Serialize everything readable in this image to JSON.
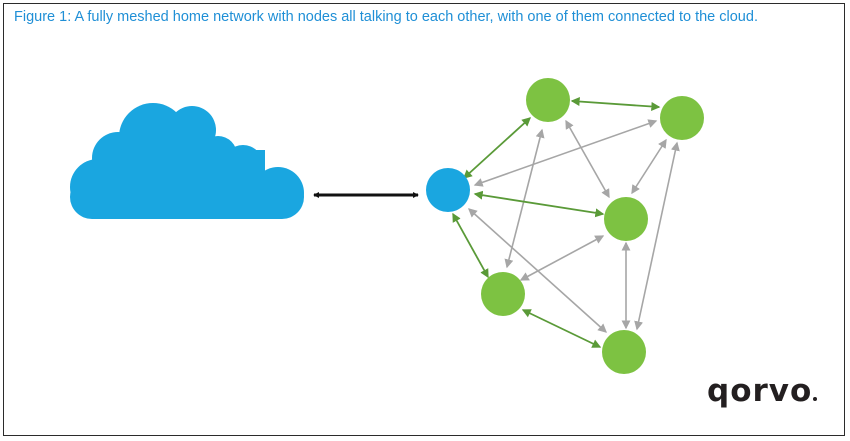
{
  "figure": {
    "caption": "Figure 1: A fully meshed home network with nodes all talking to each other, with one of them connected to the cloud."
  },
  "brand": {
    "logo_text": "qorvo"
  },
  "colors": {
    "caption_text": "#1f8fd6",
    "cloud": "#1aa6e0",
    "hub_node": "#1aa6e0",
    "mesh_node": "#7dc242",
    "primary_link": "#5a9a38",
    "secondary_link": "#a6a6a6",
    "cloud_link": "#111111"
  },
  "diagram": {
    "elements": [
      "cloud-icon",
      "hub-node",
      "mesh-node-1",
      "mesh-node-2",
      "mesh-node-3",
      "mesh-node-4",
      "mesh-node-5"
    ]
  }
}
